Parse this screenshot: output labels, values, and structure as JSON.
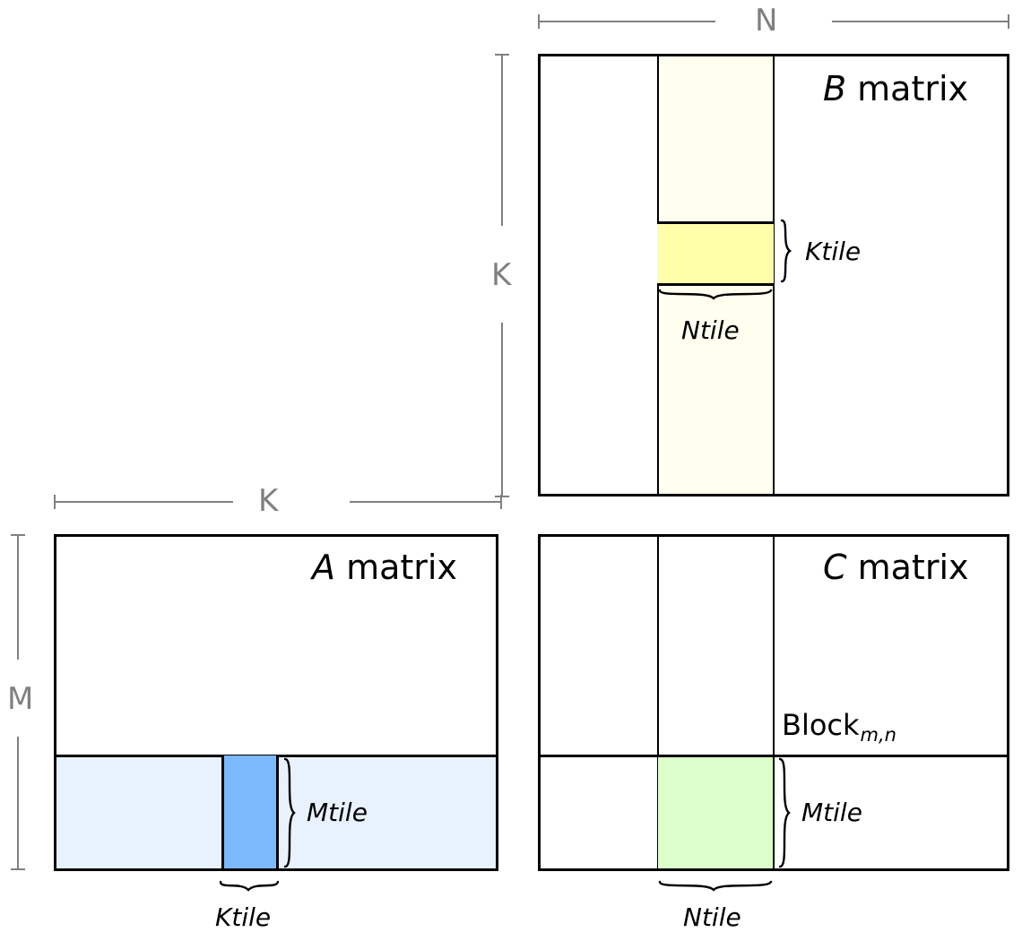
{
  "diagram": {
    "title_hidden": "Tiled matrix multiplication block decomposition",
    "matrices": {
      "b": {
        "title_symbol": "B",
        "title_word": " matrix",
        "fill_strip_color": "#fffff0",
        "tile_color": "#ffffaa",
        "tile_label_vertical": "Ktile",
        "tile_label_horizontal": "Ntile"
      },
      "a": {
        "title_symbol": "A",
        "title_word": " matrix",
        "fill_strip_color": "#e8f2fd",
        "tile_color": "#7cb9fc",
        "tile_label_vertical": "Mtile",
        "tile_label_horizontal": "Ktile"
      },
      "c": {
        "title_symbol": "C",
        "title_word": " matrix",
        "tile_color": "#ddffcc",
        "block_label_base": "Block",
        "block_label_sub": "m,n",
        "tile_label_vertical": "Mtile",
        "tile_label_horizontal": "Ntile"
      }
    },
    "dimensions": {
      "n": "N",
      "k_vertical": "K",
      "k_horizontal": "K",
      "m": "M"
    },
    "colors": {
      "stroke": "#000000",
      "dimension_gray": "#808080",
      "background": "#ffffff"
    }
  }
}
